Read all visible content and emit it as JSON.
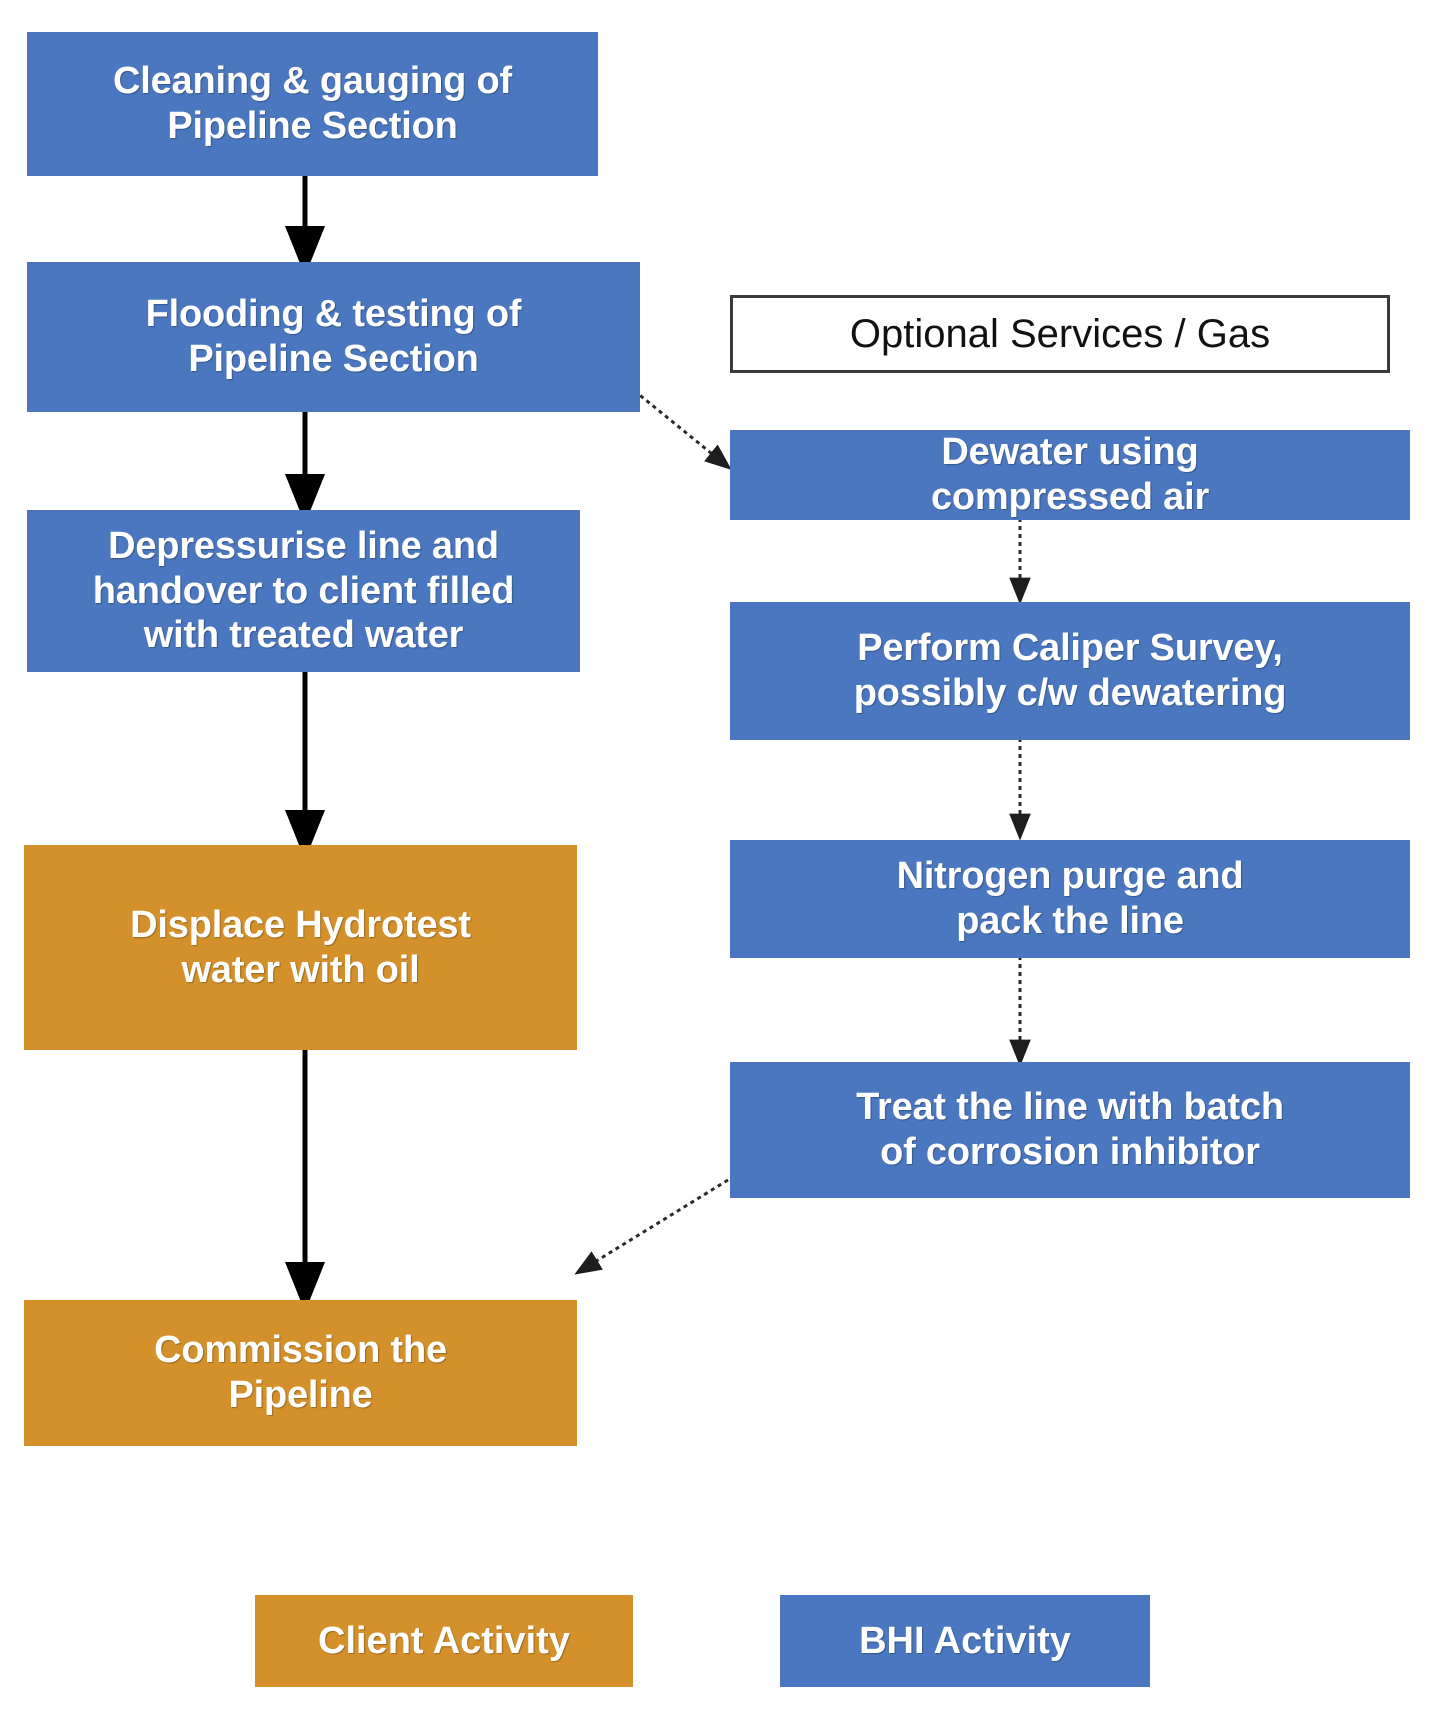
{
  "diagram": {
    "title_box": {
      "label": "Optional Services / Gas"
    },
    "colors": {
      "bhi_blue": "#4a77bf",
      "client_orange": "#d4902a",
      "arrow_solid": "#000000",
      "arrow_dotted": "#3b3b3b",
      "box_border": "#3a3a3a",
      "text_on_fill": "#ffffff",
      "background": "#ffffff"
    },
    "left_column": [
      {
        "id": "cleaning",
        "line1": "Cleaning & gauging of",
        "line2": "Pipeline Section",
        "line3": "",
        "type": "bhi"
      },
      {
        "id": "flooding",
        "line1": "Flooding & testing of",
        "line2": "Pipeline Section",
        "line3": "",
        "type": "bhi"
      },
      {
        "id": "depressurise",
        "line1": "Depressurise line and",
        "line2": "handover to client filled",
        "line3": "with treated water",
        "type": "bhi"
      },
      {
        "id": "displace",
        "line1": "Displace Hydrotest",
        "line2": "water with oil",
        "line3": "",
        "type": "client"
      },
      {
        "id": "commission",
        "line1": "Commission the",
        "line2": "Pipeline",
        "line3": "",
        "type": "client"
      }
    ],
    "right_column": [
      {
        "id": "dewater",
        "line1": "Dewater using",
        "line2": "compressed air",
        "type": "bhi"
      },
      {
        "id": "caliper",
        "line1": "Perform Caliper Survey,",
        "line2": "possibly c/w dewatering",
        "type": "bhi"
      },
      {
        "id": "nitrogen",
        "line1": "Nitrogen purge and",
        "line2": "pack the line",
        "type": "bhi"
      },
      {
        "id": "inhibitor",
        "line1": "Treat the line with batch",
        "line2": "of corrosion inhibitor",
        "type": "bhi"
      }
    ],
    "legend": [
      {
        "id": "client",
        "label": "Client Activity",
        "type": "client"
      },
      {
        "id": "bhi",
        "label": "BHI Activity",
        "type": "bhi"
      }
    ],
    "connections": [
      {
        "from": "cleaning",
        "to": "flooding",
        "style": "solid"
      },
      {
        "from": "flooding",
        "to": "depressurise",
        "style": "solid"
      },
      {
        "from": "flooding",
        "to": "dewater",
        "style": "dotted"
      },
      {
        "from": "depressurise",
        "to": "displace",
        "style": "solid"
      },
      {
        "from": "displace",
        "to": "commission",
        "style": "solid"
      },
      {
        "from": "dewater",
        "to": "caliper",
        "style": "dotted"
      },
      {
        "from": "caliper",
        "to": "nitrogen",
        "style": "dotted"
      },
      {
        "from": "nitrogen",
        "to": "inhibitor",
        "style": "dotted"
      },
      {
        "from": "inhibitor",
        "to": "commission",
        "style": "dotted"
      }
    ]
  }
}
